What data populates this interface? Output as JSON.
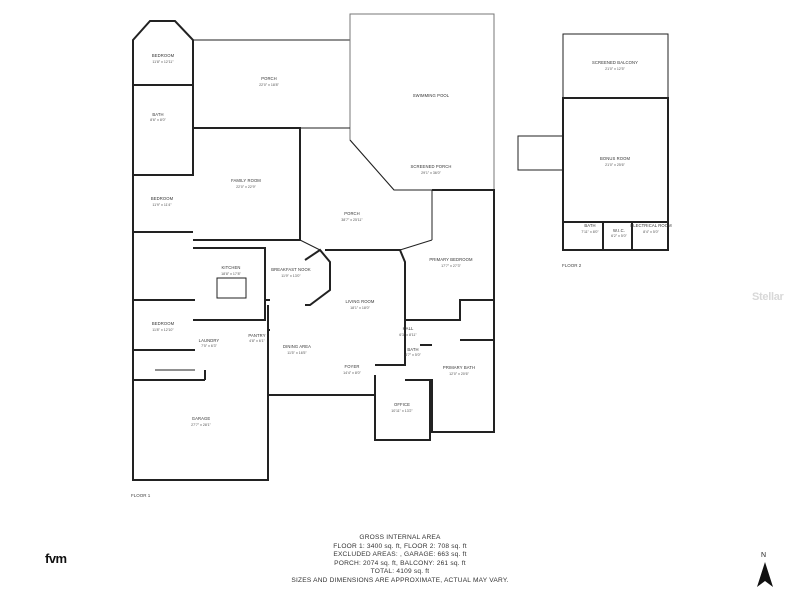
{
  "brand": {
    "logo_text": "fvm",
    "watermark_text": "Stellar"
  },
  "compass": {
    "north_label": "N"
  },
  "floors": [
    {
      "label": "FLOOR 1",
      "rooms": [
        {
          "id": "bedroom-nw",
          "name": "BEDROOM",
          "dims": "11'8\" x 12'11\""
        },
        {
          "id": "porch-top",
          "name": "PORCH",
          "dims": "22'0\" x 18'8\""
        },
        {
          "id": "swimming-pool",
          "name": "SWIMMING POOL",
          "dims": ""
        },
        {
          "id": "bath-nw",
          "name": "BATH",
          "dims": "8'6\" x 8'0\""
        },
        {
          "id": "screened-porch",
          "name": "SCREENED PORCH",
          "dims": "29'1\" x 36'0\""
        },
        {
          "id": "family-room",
          "name": "FAMILY ROOM",
          "dims": "22'0\" x 22'9\""
        },
        {
          "id": "bedroom-w",
          "name": "BEDROOM",
          "dims": "11'9\" x 11'4\""
        },
        {
          "id": "porch-mid",
          "name": "PORCH",
          "dims": "38'7\" x 25'11\""
        },
        {
          "id": "primary-bedroom",
          "name": "PRIMARY BEDROOM",
          "dims": "17'7\" x 27'3\""
        },
        {
          "id": "kitchen",
          "name": "KITCHEN",
          "dims": "18'8\" x 17'8\""
        },
        {
          "id": "breakfast-nook",
          "name": "BREAKFAST NOOK",
          "dims": "11'9\" x 13'0\""
        },
        {
          "id": "living-room",
          "name": "LIVING ROOM",
          "dims": "18'1\" x 18'0\""
        },
        {
          "id": "bedroom-sw",
          "name": "BEDROOM",
          "dims": "11'8\" x 12'10\""
        },
        {
          "id": "hall",
          "name": "HALL",
          "dims": "6'3\" x 8'11\""
        },
        {
          "id": "laundry",
          "name": "LAUNDRY",
          "dims": "7'5\" x 6'3\""
        },
        {
          "id": "pantry",
          "name": "PANTRY",
          "dims": "4'8\" x 6'1\""
        },
        {
          "id": "dining-area",
          "name": "DINING AREA",
          "dims": "11'5\" x 16'5\""
        },
        {
          "id": "bath-mid",
          "name": "BATH",
          "dims": "4'7\" x 5'0\""
        },
        {
          "id": "foyer",
          "name": "FOYER",
          "dims": "14'4\" x 8'0\""
        },
        {
          "id": "primary-bath",
          "name": "PRIMARY BATH",
          "dims": "12'0\" x 20'6\""
        },
        {
          "id": "office",
          "name": "OFFICE",
          "dims": "10'11\" x 13'2\""
        },
        {
          "id": "garage",
          "name": "GARAGE",
          "dims": "27'7\" x 28'1\""
        }
      ]
    },
    {
      "label": "FLOOR 2",
      "rooms": [
        {
          "id": "screened-balcony",
          "name": "SCREENED BALCONY",
          "dims": "21'0\" x 12'5\""
        },
        {
          "id": "bonus-room",
          "name": "BONUS ROOM",
          "dims": "21'0\" x 25'6\""
        },
        {
          "id": "bath-f2",
          "name": "BATH",
          "dims": "7'11\" x 8'0\""
        },
        {
          "id": "wic",
          "name": "W.I.C.",
          "dims": "6'2\" x 5'0\""
        },
        {
          "id": "electrical-room",
          "name": "ELECTRICAL ROOM",
          "dims": "8'4\" x 5'0\""
        }
      ]
    }
  ],
  "summary": {
    "heading": "GROSS INTERNAL AREA",
    "line1": "FLOOR 1: 3400 sq. ft, FLOOR 2: 708 sq. ft",
    "line2": "EXCLUDED AREAS: , GARAGE: 663 sq. ft",
    "line3": "PORCH: 2074 sq. ft, BALCONY: 261 sq. ft",
    "line4": "TOTAL: 4109 sq. ft",
    "disclaimer": "SIZES AND DIMENSIONS ARE APPROXIMATE, ACTUAL MAY VARY."
  }
}
